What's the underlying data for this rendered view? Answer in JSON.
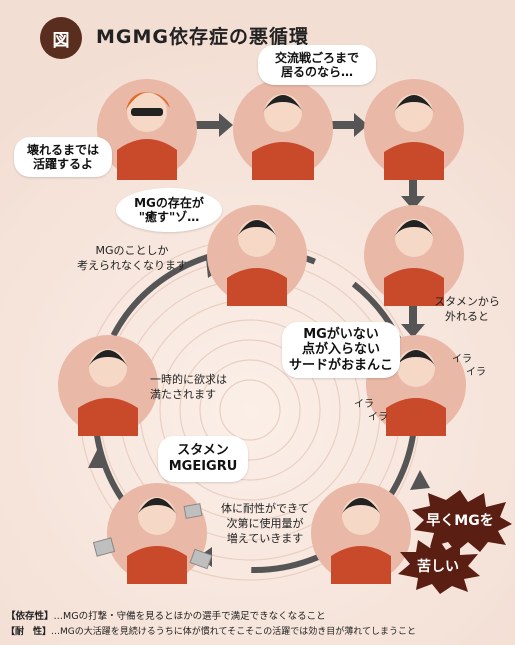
{
  "header": {
    "badge": "図",
    "title": "MGMG依存症の悪循環"
  },
  "bubbles": {
    "destroy": "壊れるまでは\n活躍するよ",
    "exchange": "交流戦ごろまで\n居るのなら…",
    "existence": "MGの存在が\n\"癒す\"ゾ…",
    "nopoints": "MGがいない\n点が入らない\nサードがおまんこ",
    "stamen": "スタメン\nMGEIGRU"
  },
  "labels": {
    "only_mg": "MGのことしか\n考えられなくなります",
    "off_lineup": "スタメンから\n外れると",
    "satisfied": "一時的に欲求は\n満たされます",
    "tolerance": "体に耐性ができて\n次第に使用量が\n増えていきます"
  },
  "sfx": {
    "ira1": "イラ",
    "ira2": "イラ",
    "ira3": "イラ",
    "ira4": "イラ"
  },
  "bursts": {
    "hayaku": "早くMGを",
    "kurushii": "苦しい"
  },
  "footer": {
    "dep_term": "【依存性】",
    "dep_text": "…MGの打撃・守備を見るとほかの選手で満足できなくなること",
    "tol_term": "【耐　性】",
    "tol_text": "…MGの大活躍を見続けるうちに体が慣れてそこそこの活躍では効き目が薄れてしまうこと"
  },
  "colors": {
    "accent": "#5a2e1f",
    "circle": "#e9b8a6",
    "shirt": "#c84a2a",
    "arrow": "#555555",
    "burst": "#5a1e12"
  }
}
